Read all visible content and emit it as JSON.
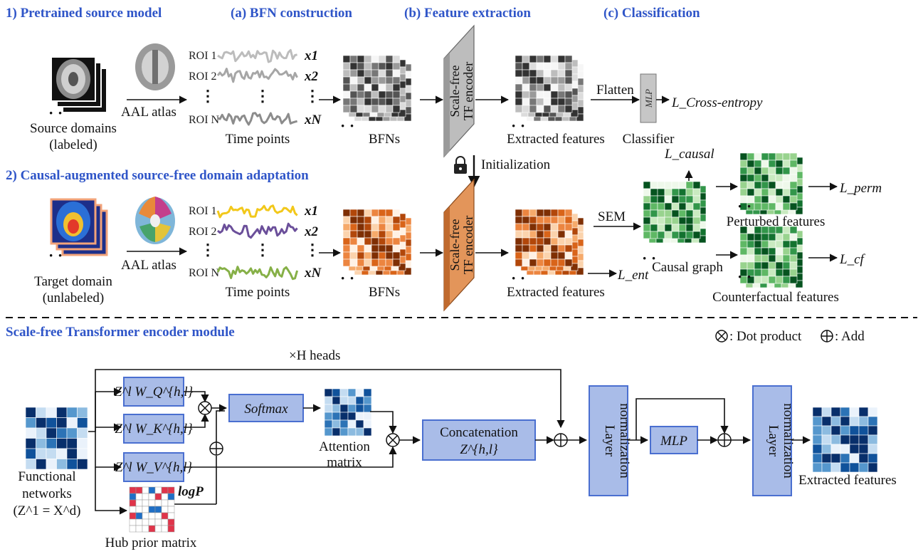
{
  "stage1": {
    "title": "1) Pretrained source model",
    "source_label_1": "Source domains",
    "source_label_2": "(labeled)",
    "atlas": "AAL atlas",
    "roi_labels": [
      "ROI 1",
      "ROI 2",
      "ROI N"
    ],
    "roi_vars": [
      "x1",
      "x2",
      "xN"
    ],
    "time_points": "Time points",
    "bfns": "BFNs",
    "encoder": [
      "Scale-free",
      "TF encoder"
    ],
    "extracted": "Extracted features",
    "flatten": "Flatten",
    "mlp": "MLP",
    "loss": "L_Cross-entropy",
    "classifier": "Classifier"
  },
  "headers": {
    "a": "(a) BFN construction",
    "b": "(b) Feature extraction",
    "c": "(c) Classification"
  },
  "initialization": "Initialization",
  "stage2": {
    "title": "2) Causal-augmented source-free domain adaptation",
    "target_label_1": "Target domain",
    "target_label_2": "(unlabeled)",
    "atlas": "AAL atlas",
    "roi_labels": [
      "ROI 1",
      "ROI 2",
      "ROI N"
    ],
    "roi_vars": [
      "x1",
      "x2",
      "xN"
    ],
    "time_points": "Time points",
    "bfns": "BFNs",
    "encoder": [
      "Scale-free",
      "TF encoder"
    ],
    "extracted": "Extracted features",
    "loss_ent": "L_ent",
    "sem": "SEM",
    "loss_causal": "L_causal",
    "causal_graph": "Causal graph",
    "perturbed": "Perturbed features",
    "loss_perm": "L_perm",
    "counterfactual": "Counterfactual features",
    "loss_cf": "L_cf"
  },
  "module": {
    "title": "Scale-free Transformer encoder module",
    "legend_dot": ": Dot product",
    "legend_add": ": Add",
    "heads": "×H heads",
    "q_box": "Z^l W_Q^{h,l}",
    "k_box": "Z^l W_K^{h,l}",
    "v_box": "Z^l W_V^{h,l}",
    "softmax": "Softmax",
    "attention_1": "Attention",
    "attention_2": "matrix",
    "concat_1": "Concatenation",
    "concat_2": "Z^{h,l}",
    "layernorm_1": "Layer",
    "layernorm_2": "normalization",
    "mlp": "MLP",
    "func_1": "Functional",
    "func_2": "networks",
    "func_3": "(Z^1 = X^d)",
    "logp": "logP",
    "hub": "Hub prior matrix",
    "extracted": "Extracted features"
  },
  "colors": {
    "accent_blue": "#2f55c8",
    "box_fill": "#a9bce8",
    "box_stroke": "#4a6fd0",
    "encoder_gray": "#bdbdbd",
    "encoder_orange": "#e3955a",
    "orange_ramp": [
      "#fff1e4",
      "#fbd3ad",
      "#f6aa6b",
      "#ec8540",
      "#d96419",
      "#b2470a",
      "#7f2f04"
    ],
    "gray_ramp": [
      "#f6f6f6",
      "#dcdcdc",
      "#bdbdbd",
      "#9a9a9a",
      "#777777",
      "#555555",
      "#333333"
    ],
    "green_ramp": [
      "#eef8ea",
      "#c9eac0",
      "#98d38e",
      "#5fb865",
      "#32964a",
      "#13722f",
      "#06531f"
    ],
    "blue_ramp": [
      "#eaf2fb",
      "#c4dcf1",
      "#8cbbe0",
      "#5597cd",
      "#2c73b6",
      "#10529b",
      "#082f6b"
    ],
    "hub_red": "#e0344a",
    "hub_blue": "#1f6fc6",
    "ts_stage1": [
      "#bcbcbc",
      "#a6a6a6",
      "#8c8c8c"
    ],
    "ts_stage2": [
      "#f2c81b",
      "#6b4f9a",
      "#86b047"
    ]
  }
}
